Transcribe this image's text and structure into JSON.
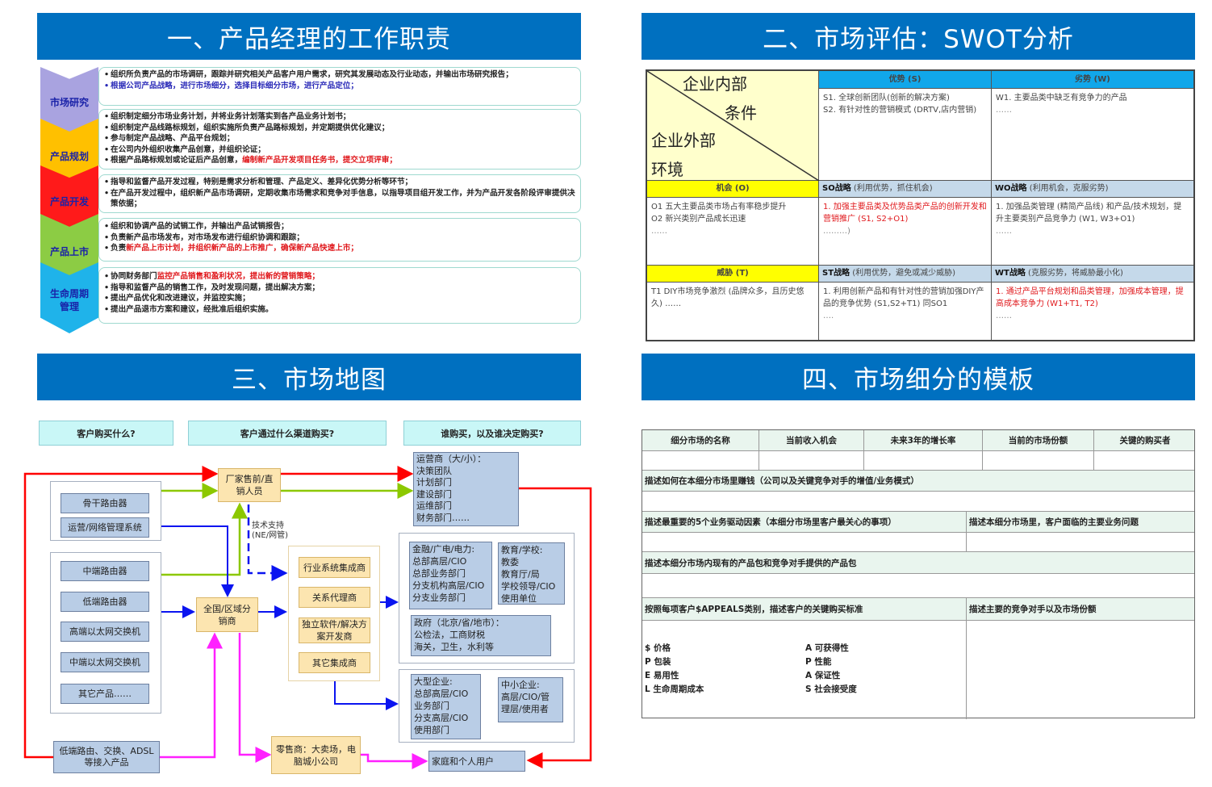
{
  "panels": {
    "p1": {
      "title": "一、产品经理的工作职责",
      "stages": [
        {
          "label": "市场研究",
          "color": "#a9a3e0",
          "items": [
            {
              "text": "组织所负责产品的市场调研，跟踪并研究相关产品客户用户需求，研究其发展动态及行业动态，并输出市场研究报告；",
              "highlight": ""
            },
            {
              "text": "根据公司产品战略，进行市场细分，选择目标细分市场，进行产品定位；",
              "highlight": "blue"
            }
          ]
        },
        {
          "label": "产品规划",
          "color": "#ffc000",
          "items": [
            {
              "text": "组织制定细分市场业务计划，并将业务计划落实到各产品业务计划书；",
              "highlight": ""
            },
            {
              "text": "组织制定产品线路标规划，组织实施所负责产品路标规划，并定期提供优化建议；",
              "highlight": ""
            },
            {
              "text": "参与制定产品战略、产品平台规划；",
              "highlight": ""
            },
            {
              "text": "在公司内外组织收集产品创意，并组织论证；",
              "highlight": ""
            },
            {
              "text_plain": "根据产品路标规划或论证后产品创意，",
              "text_red": "编制新产品开发项目任务书，提交立项评审；"
            }
          ]
        },
        {
          "label": "产品开发",
          "color": "#ff1a1a",
          "items": [
            {
              "text": "指导和监督产品开发过程，特别是需求分析和管理、产品定义、差异化优势分析等环节；",
              "highlight": ""
            },
            {
              "text": "在产品开发过程中，组织新产品市场调研，定期收集市场需求和竞争对手信息，以指导项目组开发工作，并为产品开发各阶段评审提供决策依据；",
              "highlight": ""
            }
          ]
        },
        {
          "label": "产品上市",
          "color": "#8ccc44",
          "items": [
            {
              "text": "组织和协调产品的试销工作，并输出产品试销报告；",
              "highlight": ""
            },
            {
              "text": "负责新产品市场发布，对市场发布进行组织协调和跟踪；",
              "highlight": ""
            },
            {
              "text_plain": "负责",
              "text_red": "新产品上市计划，并组织新产品的上市推广，确保新产品快速上市；"
            }
          ]
        },
        {
          "label": "生命周期管理",
          "label_lines": [
            "生命周期",
            "管理"
          ],
          "color": "#1fb3ea",
          "items": [
            {
              "text_plain": "协同财务部门",
              "text_red": "监控产品销售和盈利状况，提出新的营销策略；"
            },
            {
              "text": "指导和监督产品的销售工作，及时发现问题，提出解决方案；",
              "highlight": ""
            },
            {
              "text": "提出产品优化和改进建议，并监控实施；",
              "highlight": ""
            },
            {
              "text": "提出产品退市方案和建议，经批准后组织实施。",
              "highlight": ""
            }
          ]
        }
      ]
    },
    "p2": {
      "title": "二、市场评估：SWOT分析",
      "corner": {
        "top": "企业内部",
        "top2": "条件",
        "bottom": "企业外部",
        "bottom2": "环境"
      },
      "strength_header": "优势 (S)",
      "weakness_header": "劣势 (W)",
      "strengths": [
        "S1. 全球创新团队(创新的解决方案)",
        "S2. 有针对性的营销模式 (DRTV,店内营销)"
      ],
      "weaknesses": [
        "W1. 主要品类中缺乏有竞争力的产品",
        "……"
      ],
      "opportunity_header": "机会 (O)",
      "so_header": "SO战略",
      "so_sub": "(利用优势，抓住机会)",
      "wo_header": "WO战略",
      "wo_sub": "(利用机会，克服劣势)",
      "opportunities": [
        "O1 五大主要品类市场占有率稳步提升",
        "O2 新兴类别产品成长迅速",
        "……"
      ],
      "so_text": "1. 加强主要品类及优势品类产品的创新开发和营销推广 (S1, S2+O1)",
      "so_more": "………)",
      "wo_text": "1. 加强品类管理 (精简产品线) 和产品/技术规划，提升主要类别产品竞争力 (W1, W3+O1)",
      "wo_more": "……",
      "threat_header": "威胁 (T)",
      "st_header": "ST战略",
      "st_sub": "(利用优势，避免或减少威胁)",
      "wt_header": "WT战略",
      "wt_sub": "(克服劣势，将威胁最小化)",
      "threats": "T1 DIY市场竞争激烈 (品牌众多，且历史悠久) ……",
      "st_text": "1. 利用创新产品和有针对性的营销加强DIY产品的竞争优势 (S1,S2+T1) 同SO1",
      "st_more": "….",
      "wt_text": "1.  通过产品平台规划和品类管理，加强成本管理，提高成本竞争力 (W1+T1, T2)",
      "wt_more": "……",
      "colors": {
        "header_blue": "#11a7ea",
        "yellow": "#ffff00",
        "strategy_grey": "#c5d9ea",
        "red_text": "#e0181c"
      }
    },
    "p3": {
      "title": "三、市场地图",
      "questions": [
        "客户购买什么?",
        "客户通过什么渠道购买?",
        "谁购买，以及谁决定购买?"
      ],
      "products_group1": [
        "骨干路由器",
        "运营/网络管理系统"
      ],
      "products_group2": [
        "中端路由器",
        "低端路由器",
        "高端以太网交换机",
        "中端以太网交换机",
        "其它产品……"
      ],
      "access_products": "低端路由、交换、ADSL等接入产品",
      "channels": {
        "direct_sales": "厂家售前/直销人员",
        "tech_support": "技术支持\n(NE/网管)",
        "distributor": "全国/区域分销商",
        "integrators": [
          "行业系统集成商",
          "关系代理商",
          "独立软件/解决方案开发商",
          "其它集成商"
        ],
        "retailer": "零售商：大卖场，电脑城小公司"
      },
      "buyers": {
        "carrier": "运营商（大/小）：\n决策团队\n计划部门\n建设部门\n运维部门\n财务部门……",
        "finance": "金融/广电/电力:\n总部高层/CIO\n总部业务部门\n分支机构高层/CIO\n分支业务部门",
        "education": "教育/学校:\n教委\n教育厅/局\n学校领导/CIO\n使用单位",
        "government": "政府（北京/省/地市）：\n公检法，工商财税\n海关，卫生，水利等",
        "large_enterprise": "大型企业:\n总部高层/CIO\n业务部门\n分支高层/CIO\n使用部门",
        "sme": "中小企业:\n高层/CIO/管\n理层/使用者",
        "home": "家庭和个人用户"
      },
      "colors": {
        "red": "#ff0000",
        "green": "#8cc800",
        "blue": "#0a14f0",
        "magenta": "#ff20ff",
        "node_blue": "#b9cde6",
        "node_tan": "#fce5b0",
        "question_bg": "#c9f7f7"
      }
    },
    "p4": {
      "title": "四、市场细分的模板",
      "columns": [
        "细分市场的名称",
        "当前收入机会",
        "未来3年的增长率",
        "当前的市场份额",
        "关键的购买者"
      ],
      "row_how_to_earn": "描述如何在本细分市场里赚钱（公司以及关键竞争对手的增值/业务模式）",
      "row_drivers": "描述最重要的5个业务驱动因素（本细分市场里客户最关心的事项）",
      "row_problems": "描述本细分市场里，客户面临的主要业务问题",
      "row_products": "描述本细分市场内现有的产品包和竞争对手提供的产品包",
      "row_appeals": "按照每项客户$APPEALS类别，描述客户的关键购买标准",
      "row_competitors": "描述主要的竞争对手以及市场份额",
      "appeals_left": [
        "$ 价格",
        "P 包装",
        "E 易用性",
        "L 生命周期成本"
      ],
      "appeals_right": [
        "A 可获得性",
        "P 性能",
        "A 保证性",
        "S 社会接受度"
      ]
    }
  }
}
